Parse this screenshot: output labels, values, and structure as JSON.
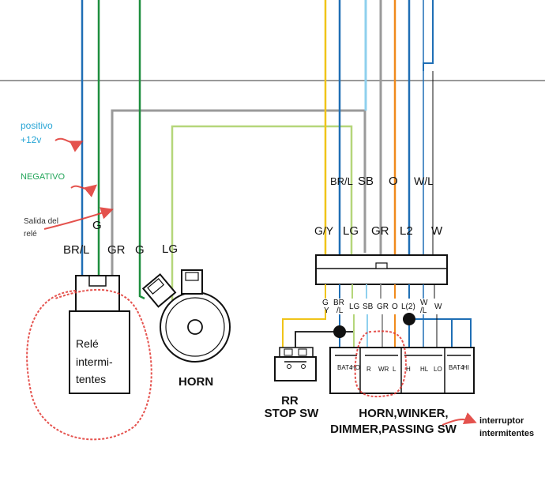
{
  "annotations": {
    "positive": [
      "positivo",
      "+12v"
    ],
    "negative": "NEGATIVO",
    "relay_output": [
      "Salida del",
      "relé"
    ],
    "relay_body": [
      "Relé",
      "intermi-",
      "tentes"
    ],
    "turn_switch": [
      "interruptor",
      "intermitentes"
    ]
  },
  "left_wires": {
    "g_top": "G",
    "brl": "BR/L",
    "gr": "GR",
    "g": "G",
    "lg": "LG"
  },
  "horn_label": "HORN",
  "harness_upper": {
    "brl": "BR/L",
    "sb": "SB",
    "o": "O",
    "wl": "W/L"
  },
  "harness_middle": {
    "gy": "G/Y",
    "lg": "LG",
    "gr": "GR",
    "l2": "L2",
    "w": "W"
  },
  "connector_pins": [
    "G",
    "Y",
    "BR",
    "/L",
    "LG",
    "SB",
    "GR",
    "O",
    "L(2)",
    "W",
    "/L",
    "W"
  ],
  "switch_terminals": {
    "bat4_a": "BAT4",
    "ho": "HO",
    "r": "R",
    "wr": "WR",
    "l": "L",
    "h": "H",
    "hl": "HL",
    "lo": "LO",
    "bat4_b": "BAT4",
    "hi": "HI"
  },
  "rr_stop_sw": [
    "RR",
    "STOP SW"
  ],
  "switch_title": [
    "HORN,WINKER,",
    "DIMMER,PASSING SW"
  ],
  "colors": {
    "blue": "#1f6fb5",
    "green": "#1e8e3e",
    "gray": "#9a9a9a",
    "light_green": "#b5d67a",
    "yellow": "#f0c419",
    "sky_blue": "#8fd0ee",
    "orange": "#f08a1c",
    "red_marker": "#e0342f"
  }
}
